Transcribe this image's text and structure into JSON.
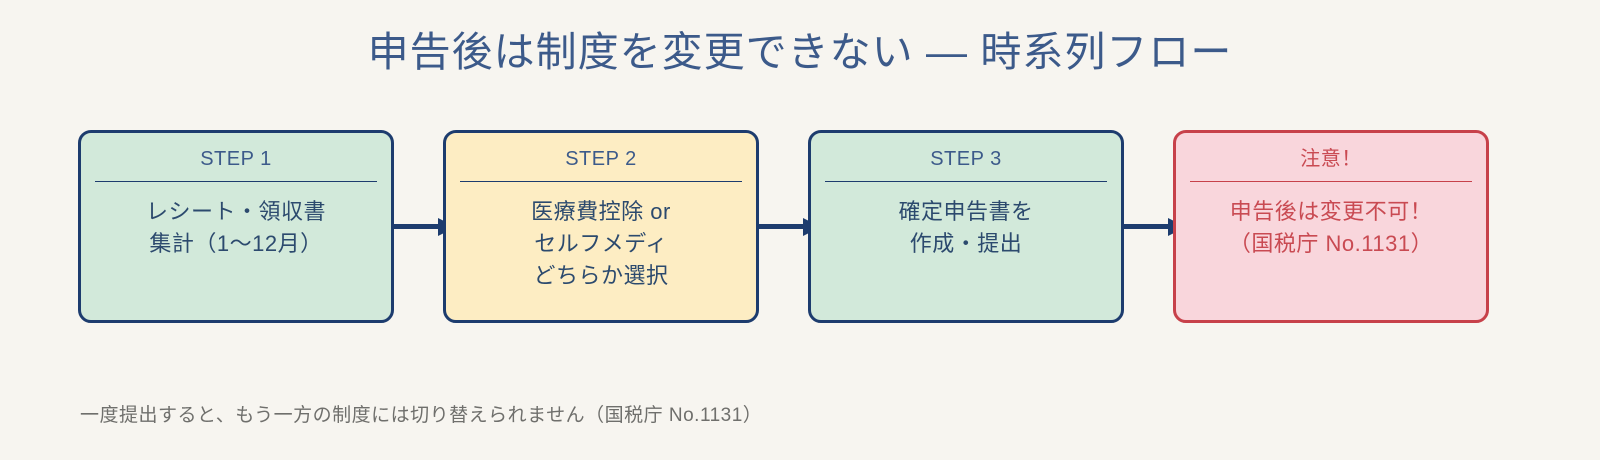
{
  "background_color": "#f7f5f0",
  "title": "申告後は制度を変更できない — 時系列フロー",
  "title_color": "#3c5a8a",
  "chart_data": {
    "type": "diagram",
    "diagram_kind": "horizontal-flowchart",
    "title": "申告後は制度を変更できない — 時系列フロー",
    "caption": "一度提出すると、もう一方の制度には切り替えられません（国税庁 No.1131）",
    "node_count": 4,
    "connector": "arrow-right",
    "nodes": [
      {
        "id": "step1",
        "header": "STEP 1",
        "lines": [
          "レシート・領収書",
          "集計（1〜12月）"
        ],
        "fill": "#d2e9da",
        "border": "#1d3c6e",
        "text_color": "#2c4a6e"
      },
      {
        "id": "step2",
        "header": "STEP 2",
        "lines": [
          "医療費控除 or",
          "セルフメディ",
          "どちらか選択"
        ],
        "fill": "#fdedc3",
        "border": "#1d3c6e",
        "text_color": "#2c4a6e"
      },
      {
        "id": "step3",
        "header": "STEP 3",
        "lines": [
          "確定申告書を",
          "作成・提出"
        ],
        "fill": "#d2e9da",
        "border": "#1d3c6e",
        "text_color": "#2c4a6e"
      },
      {
        "id": "warning",
        "header": "注意！",
        "lines": [
          "申告後は変更不可！",
          "（国税庁 No.1131）"
        ],
        "fill": "#f9d6dc",
        "border": "#c7414a",
        "text_color": "#c94a52"
      }
    ],
    "arrows": [
      {
        "from": "step1",
        "to": "step2",
        "color": "#1d3c6e"
      },
      {
        "from": "step2",
        "to": "step3",
        "color": "#1d3c6e"
      },
      {
        "from": "step3",
        "to": "warning",
        "color": "#1d3c6e"
      }
    ]
  },
  "footnote": "一度提出すると、もう一方の制度には切り替えられません（国税庁 No.1131）",
  "footnote_color": "#6f6f6c"
}
